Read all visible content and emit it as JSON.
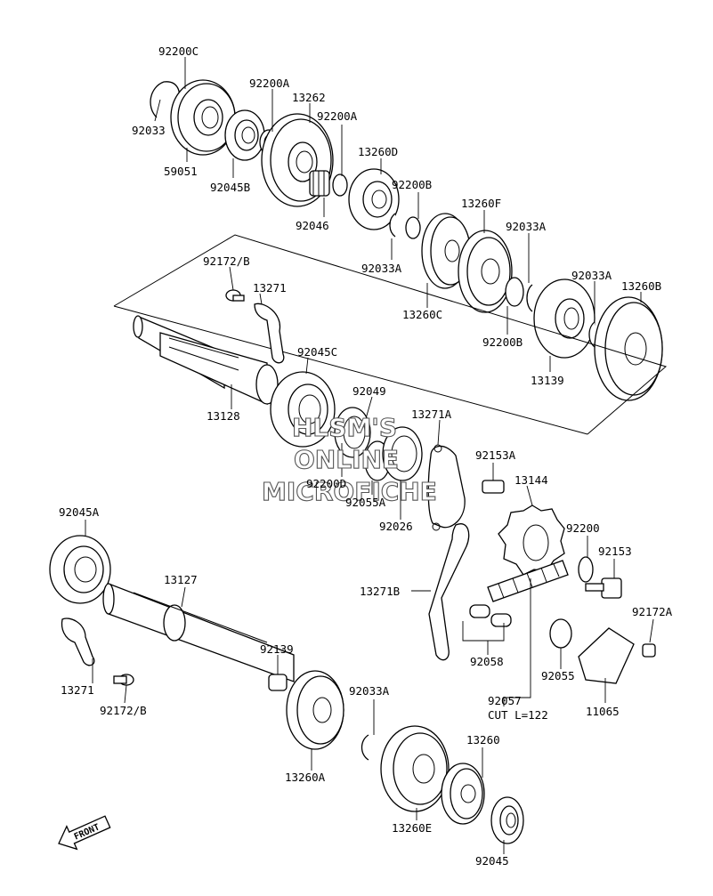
{
  "labels": {
    "p92200C": "92200C",
    "p92033_top": "92033",
    "p59051": "59051",
    "p92200A_1": "92200A",
    "p13262": "13262",
    "p92200A_2": "92200A",
    "p92045B": "92045B",
    "p13260D": "13260D",
    "p92046": "92046",
    "p92200B_1": "92200B",
    "p13260F": "13260F",
    "p92033A_1": "92033A",
    "p92033A_2": "92033A",
    "p92033A_3": "92033A",
    "p13260B": "13260B",
    "p13260C": "13260C",
    "p92200B_2": "92200B",
    "p13139": "13139",
    "p92172B_top": "92172/B",
    "p13271_top": "13271",
    "p92045C": "92045C",
    "p13128": "13128",
    "p92049": "92049",
    "p13271A": "13271A",
    "p92153A": "92153A",
    "p92200D": "92200D",
    "p92055A": "92055A",
    "p13144": "13144",
    "p92026": "92026",
    "p92200": "92200",
    "p92153": "92153",
    "p92045A": "92045A",
    "p13127": "13127",
    "p13271B": "13271B",
    "p92172A": "92172A",
    "p92139": "92139",
    "p92058": "92058",
    "p92055": "92055",
    "p13271_bot": "13271",
    "p92172B_bot": "92172/B",
    "p92057": "92057",
    "p_cut": "CUT L=122",
    "p11065": "11065",
    "p92033A_4": "92033A",
    "p13260": "13260",
    "p13260A": "13260A",
    "p13260E": "13260E",
    "p92045": "92045",
    "front": "FRONT"
  },
  "watermark": {
    "line1": "HLSM'S",
    "line2": "ONLINE",
    "line3": "MICROFICHE"
  }
}
